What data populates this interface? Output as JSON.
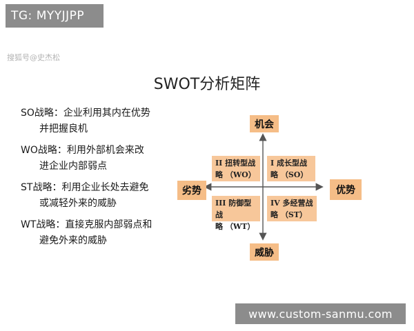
{
  "watermark_tag": "TG: MYYJJPP",
  "source_watermark": "搜狐号@史杰松",
  "title": "SWOT分析矩阵",
  "strategies": [
    {
      "line1": "SO战略：企业利用其内在优势",
      "line2": "并把握良机"
    },
    {
      "line1": "WO战略：利用外部机会来改",
      "line2": "进企业内部弱点"
    },
    {
      "line1": "ST战略：利用企业长处去避免",
      "line2": "或减轻外来的威胁"
    },
    {
      "line1": "WT战略：直接克服内部弱点和",
      "line2": "避免外来的威胁"
    }
  ],
  "axes": {
    "top": "机会",
    "bottom": "威胁",
    "left": "劣势",
    "right": "优势"
  },
  "quadrants": {
    "top_left": {
      "line1": "II 扭转型战",
      "line2": "略 （WO）"
    },
    "top_right": {
      "line1": "I 成长型战",
      "line2": "略 （SO）"
    },
    "bottom_left": {
      "line1": "III 防御型战",
      "line2": "略 （WT）"
    },
    "bottom_right": {
      "line1": "IV 多经营战",
      "line2": "略 （ST）"
    }
  },
  "colors": {
    "label_fill": "#f5bd87",
    "quadrant_fill": "#f7c79a",
    "axis": "#555555",
    "tag_background": "#8c8c8c"
  },
  "footer_watermark": "www.custom-sanmu.com"
}
